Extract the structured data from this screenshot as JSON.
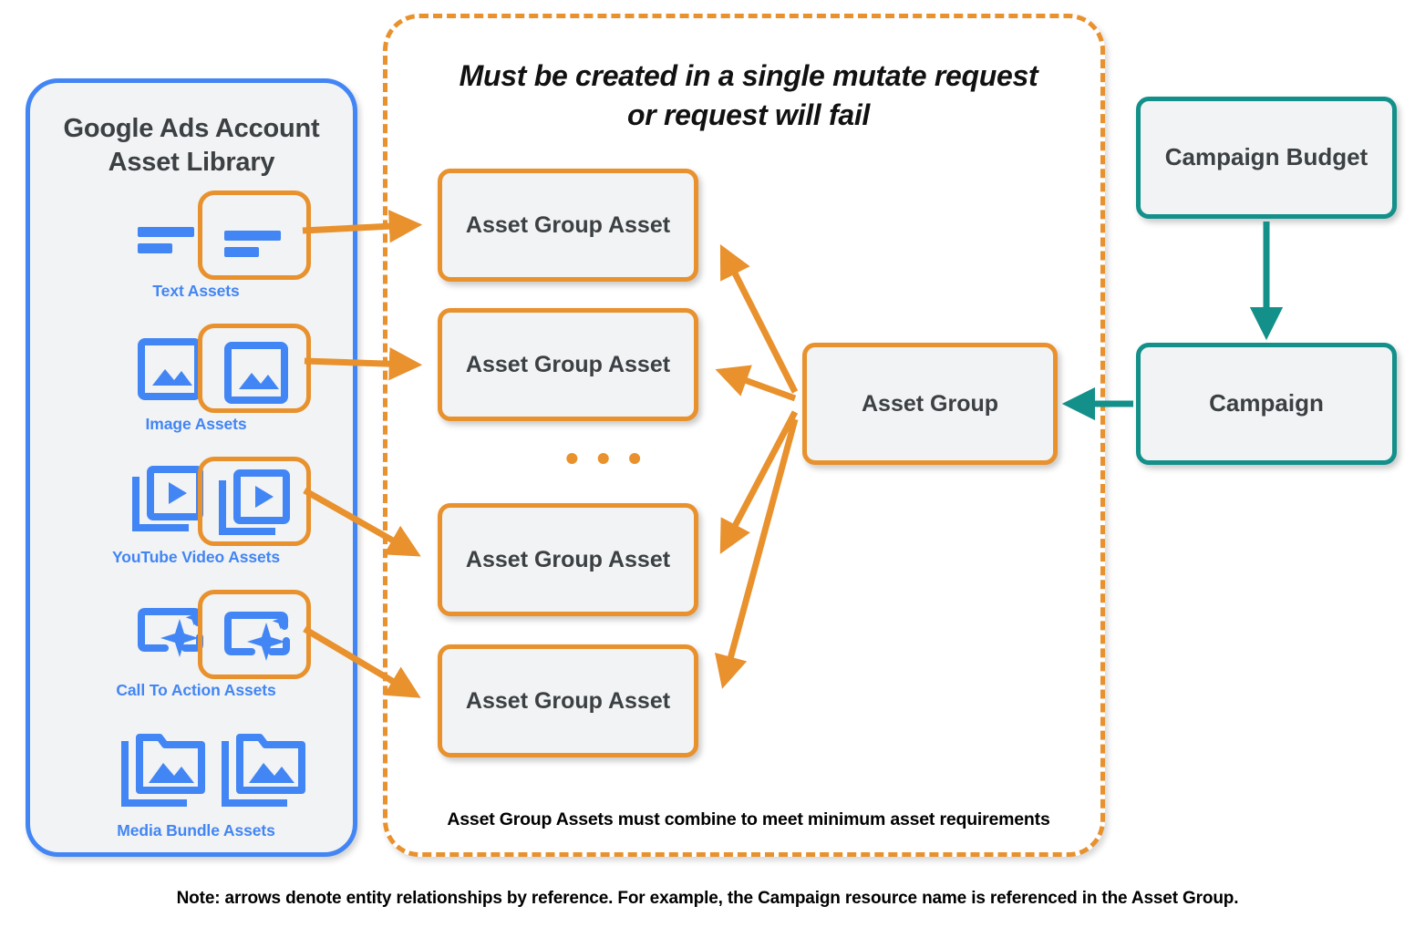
{
  "colors": {
    "orange": "#e8912d",
    "blue": "#4285f4",
    "teal": "#13908a",
    "node_fill": "#f1f3f4",
    "text_dark": "#3c4043"
  },
  "library": {
    "title": "Google Ads Account\nAsset Library",
    "title_line1": "Google Ads Account",
    "title_line2": "Asset Library",
    "items": [
      {
        "label": "Text Assets",
        "icon": "text-asset-icon"
      },
      {
        "label": "Image Assets",
        "icon": "image-asset-icon"
      },
      {
        "label": "YouTube Video  Assets",
        "icon": "youtube-video-asset-icon"
      },
      {
        "label": "Call To Action Assets",
        "icon": "call-to-action-asset-icon"
      },
      {
        "label": "Media Bundle  Assets",
        "icon": "media-bundle-asset-icon"
      }
    ]
  },
  "mutate_panel": {
    "title_line1": "Must be created in a single mutate request",
    "title_line2": "or request will fail",
    "footnote": "Asset Group Assets must combine to meet minimum asset requirements",
    "asset_group_assets": [
      {
        "label": "Asset Group Asset"
      },
      {
        "label": "Asset Group Asset"
      },
      {
        "label": "Asset Group Asset"
      },
      {
        "label": "Asset Group Asset"
      }
    ],
    "ellipsis": "• • •"
  },
  "nodes": {
    "asset_group": "Asset Group",
    "campaign_budget": "Campaign Budget",
    "campaign": "Campaign"
  },
  "page_note": "Note: arrows denote entity relationships by reference. For example, the Campaign resource name is referenced in the Asset Group."
}
